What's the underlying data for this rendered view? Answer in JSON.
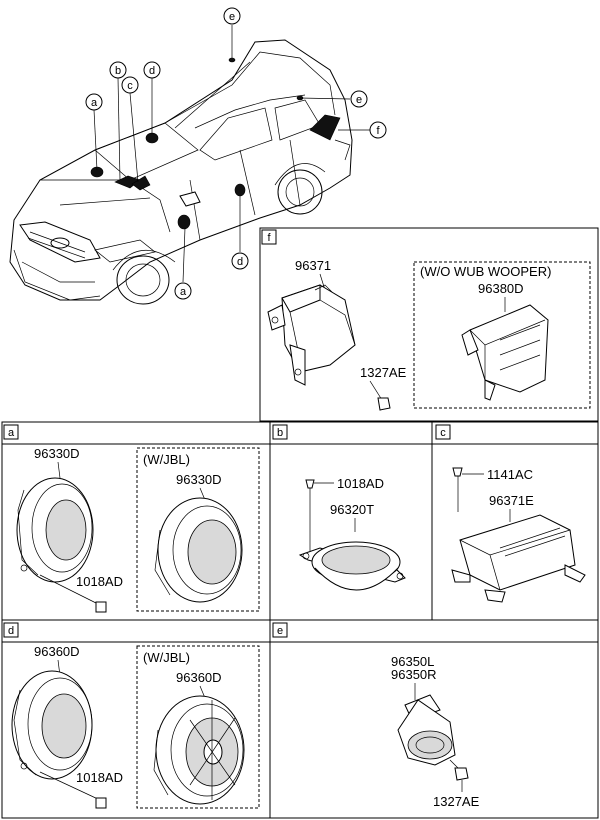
{
  "callouts": {
    "a": "a",
    "b": "b",
    "c": "c",
    "d": "d",
    "e": "e",
    "f": "f"
  },
  "panels": {
    "f": {
      "tag": "f",
      "part_main": "96371",
      "variant_label": "(W/O WUB WOOPER)",
      "variant_part": "96380D",
      "fastener": "1327AE"
    },
    "a": {
      "tag": "a",
      "part_main": "96330D",
      "fastener": "1018AD",
      "variant_label": "(W/JBL)",
      "variant_part": "96330D"
    },
    "b": {
      "tag": "b",
      "fastener": "1018AD",
      "part_main": "96320T"
    },
    "c": {
      "tag": "c",
      "fastener": "1141AC",
      "part_main": "96371E"
    },
    "d": {
      "tag": "d",
      "part_main": "96360D",
      "fastener": "1018AD",
      "variant_label": "(W/JBL)",
      "variant_part": "96360D"
    },
    "e": {
      "tag": "e",
      "part_left": "96350L",
      "part_right": "96350R",
      "fastener": "1327AE"
    }
  }
}
